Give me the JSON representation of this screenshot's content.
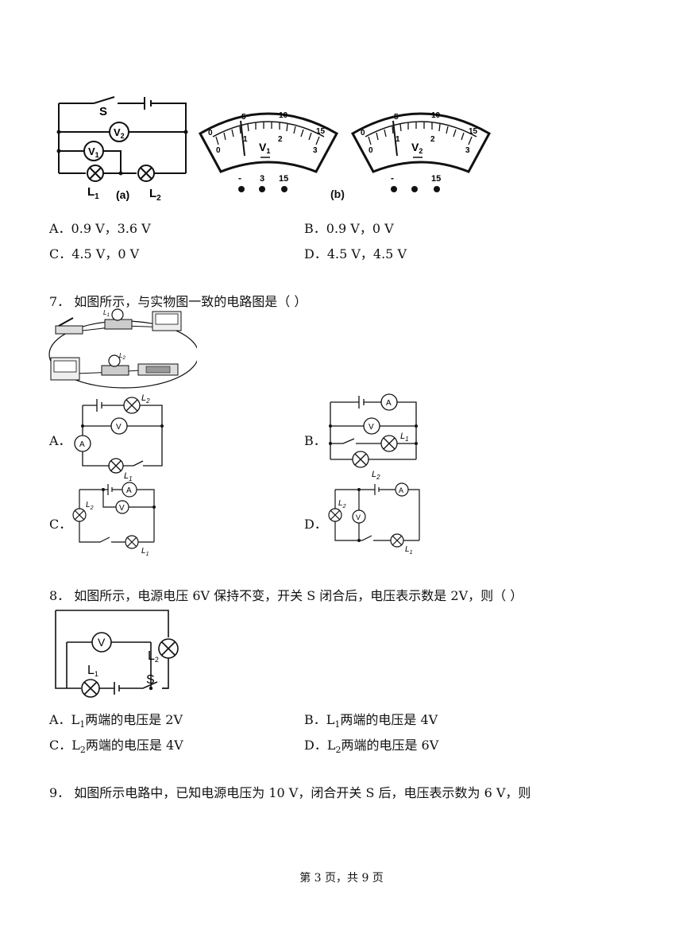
{
  "q6": {
    "fig_a": {
      "switch": "S",
      "v2": "V",
      "v2_sub": "2",
      "v1": "V",
      "v1_sub": "1",
      "l1": "L",
      "l1_sub": "1",
      "l2": "L",
      "l2_sub": "2",
      "caption": "(a)"
    },
    "fig_b": {
      "caption": "(b)",
      "meter1": {
        "upper": [
          "0",
          "5",
          "10",
          "15"
        ],
        "lower": [
          "0",
          "1",
          "2",
          "3"
        ],
        "name": "V",
        "sub": "1",
        "terminals": [
          "-",
          "3",
          "15"
        ],
        "terminal_dots": 3
      },
      "meter2": {
        "upper": [
          "0",
          "5",
          "10",
          "15"
        ],
        "lower": [
          "0",
          "1",
          "2",
          "3"
        ],
        "name": "V",
        "sub": "2",
        "terminals": [
          "-",
          "15"
        ],
        "terminal_dots": 3
      }
    },
    "options": {
      "A": "A．0.9 V，3.6 V",
      "B": "B．0.9 V，0 V",
      "C": "C．4.5 V，0 V",
      "D": "D．4.5 V，4.5 V"
    }
  },
  "q7": {
    "stem": "7．  如图所示，与实物图一致的电路图是（            ）",
    "photo_labels": {
      "l1": "L",
      "l1_sub": "1",
      "l2": "L",
      "l2_sub": "2"
    },
    "options": {
      "A": "A．",
      "B": "B．",
      "C": "C．",
      "D": "D．"
    },
    "meter_A": "A",
    "meter_V": "V",
    "lamp_L1": "L",
    "lamp_L2": "L",
    "sub1": "1",
    "sub2": "2"
  },
  "q8": {
    "stem": "8．  如图所示，电源电压 6V 保持不变，开关 S 闭合后，电压表示数是 2V，则（            ）",
    "figure": {
      "v": "V",
      "l1": "L",
      "l1_sub": "1",
      "l2": "L",
      "l2_sub": "2",
      "s": "S"
    },
    "options": {
      "A": {
        "pre": "A．L",
        "sub": "1",
        "post": "两端的电压是 2V"
      },
      "B": {
        "pre": "B．L",
        "sub": "1",
        "post": "两端的电压是 4V"
      },
      "C": {
        "pre": "C．L",
        "sub": "2",
        "post": "两端的电压是 4V"
      },
      "D": {
        "pre": "D．L",
        "sub": "2",
        "post": "两端的电压是 6V"
      }
    }
  },
  "q9": {
    "stem": "9．  如图所示电路中，已知电源电压为 10 V，闭合开关 S 后，电压表示数为 6 V，则"
  },
  "footer": "第 3 页，共 9 页"
}
